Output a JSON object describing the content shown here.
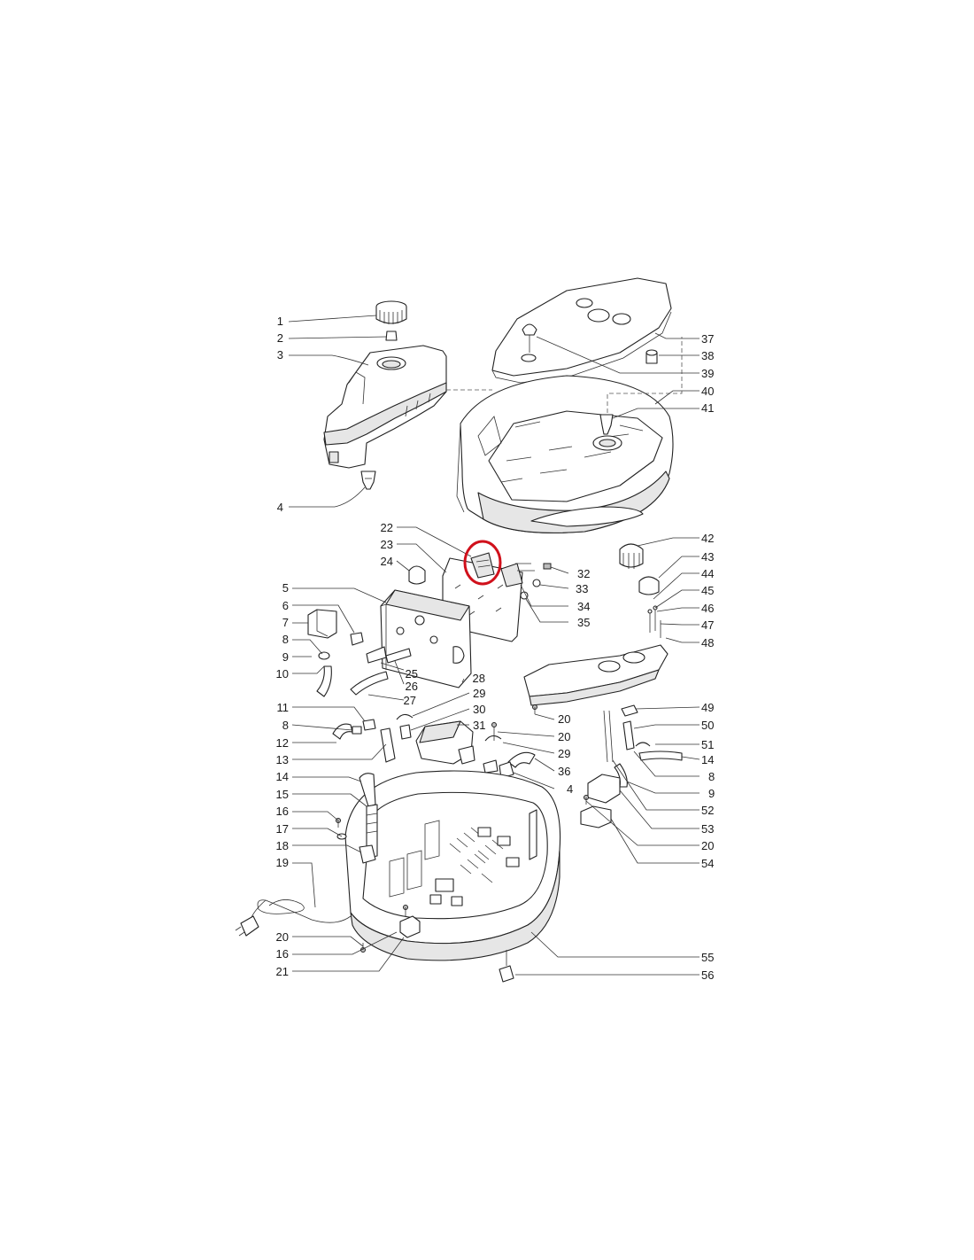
{
  "highlight_color": "#d0101b",
  "highlighted_part": "22",
  "callouts_left": [
    "1",
    "2",
    "3",
    "4",
    "22",
    "23",
    "24",
    "5",
    "6",
    "7",
    "8",
    "9",
    "10",
    "25",
    "26",
    "27",
    "28",
    "11",
    "8",
    "12",
    "13",
    "14",
    "15",
    "16",
    "17",
    "18",
    "19",
    "20",
    "16",
    "21"
  ],
  "callouts_right": [
    "37",
    "38",
    "39",
    "40",
    "41",
    "32",
    "33",
    "34",
    "35",
    "42",
    "43",
    "44",
    "45",
    "46",
    "47",
    "48",
    "29",
    "30",
    "31",
    "20",
    "20",
    "29",
    "36",
    "4",
    "49",
    "50",
    "51",
    "14",
    "8",
    "9",
    "52",
    "53",
    "20",
    "54",
    "55",
    "56"
  ]
}
